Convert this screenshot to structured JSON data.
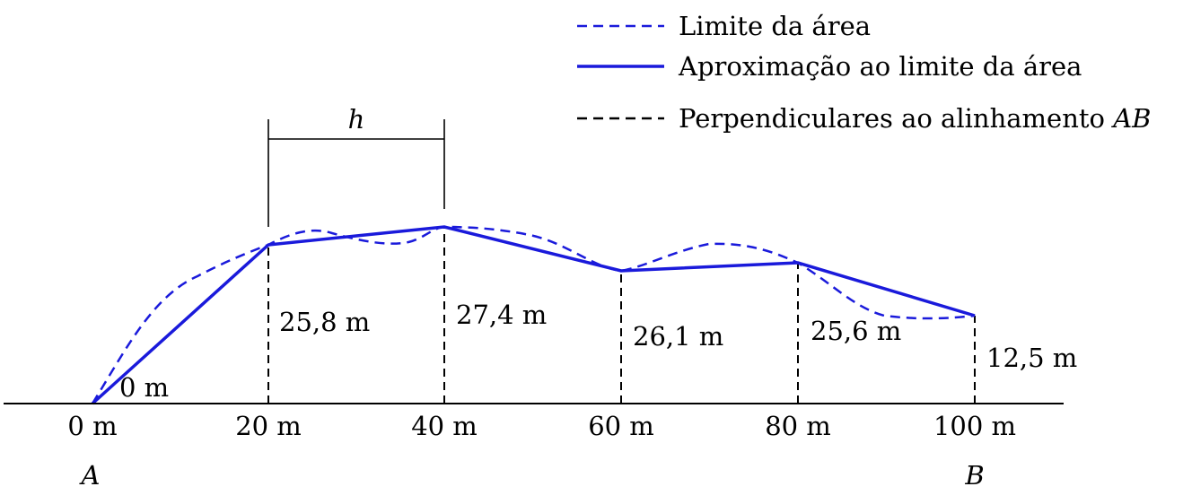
{
  "legend": {
    "boundary_label": "Limite da área",
    "approx_label": "Aproximação ao limite da área",
    "perp_label_prefix": "Perpendiculares ao alinhamento ",
    "perp_label_ab": "AB"
  },
  "interval_label": "h",
  "endpoints": {
    "a": "A",
    "b": "B"
  },
  "colors": {
    "boundary": "#1a1adb",
    "approximation": "#1a1adb",
    "perpendicular": "#000000",
    "baseline": "#000000"
  },
  "chart_data": {
    "type": "diagram",
    "x_tick_labels": [
      "0 m",
      "20 m",
      "40 m",
      "60 m",
      "80 m",
      "100 m"
    ],
    "offset_labels": [
      "0 m",
      "25,8 m",
      "27,4 m",
      "26,1 m",
      "25,6 m",
      "12,5 m"
    ]
  }
}
